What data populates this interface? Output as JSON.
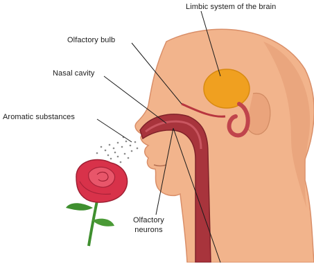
{
  "labels": {
    "limbic": "Limbic system of the brain",
    "bulb": "Olfactory bulb",
    "cavity": "Nasal cavity",
    "aromatic": "Aromatic substances",
    "neurons_line1": "Olfactory",
    "neurons_line2": "neurons"
  },
  "colors": {
    "skin": "#f2b48c",
    "skin_shadow": "#e39a72",
    "limbic": "#f0a020",
    "passage": "#a8343c",
    "rose": "#d8324a",
    "leaf": "#3f8f2f"
  }
}
